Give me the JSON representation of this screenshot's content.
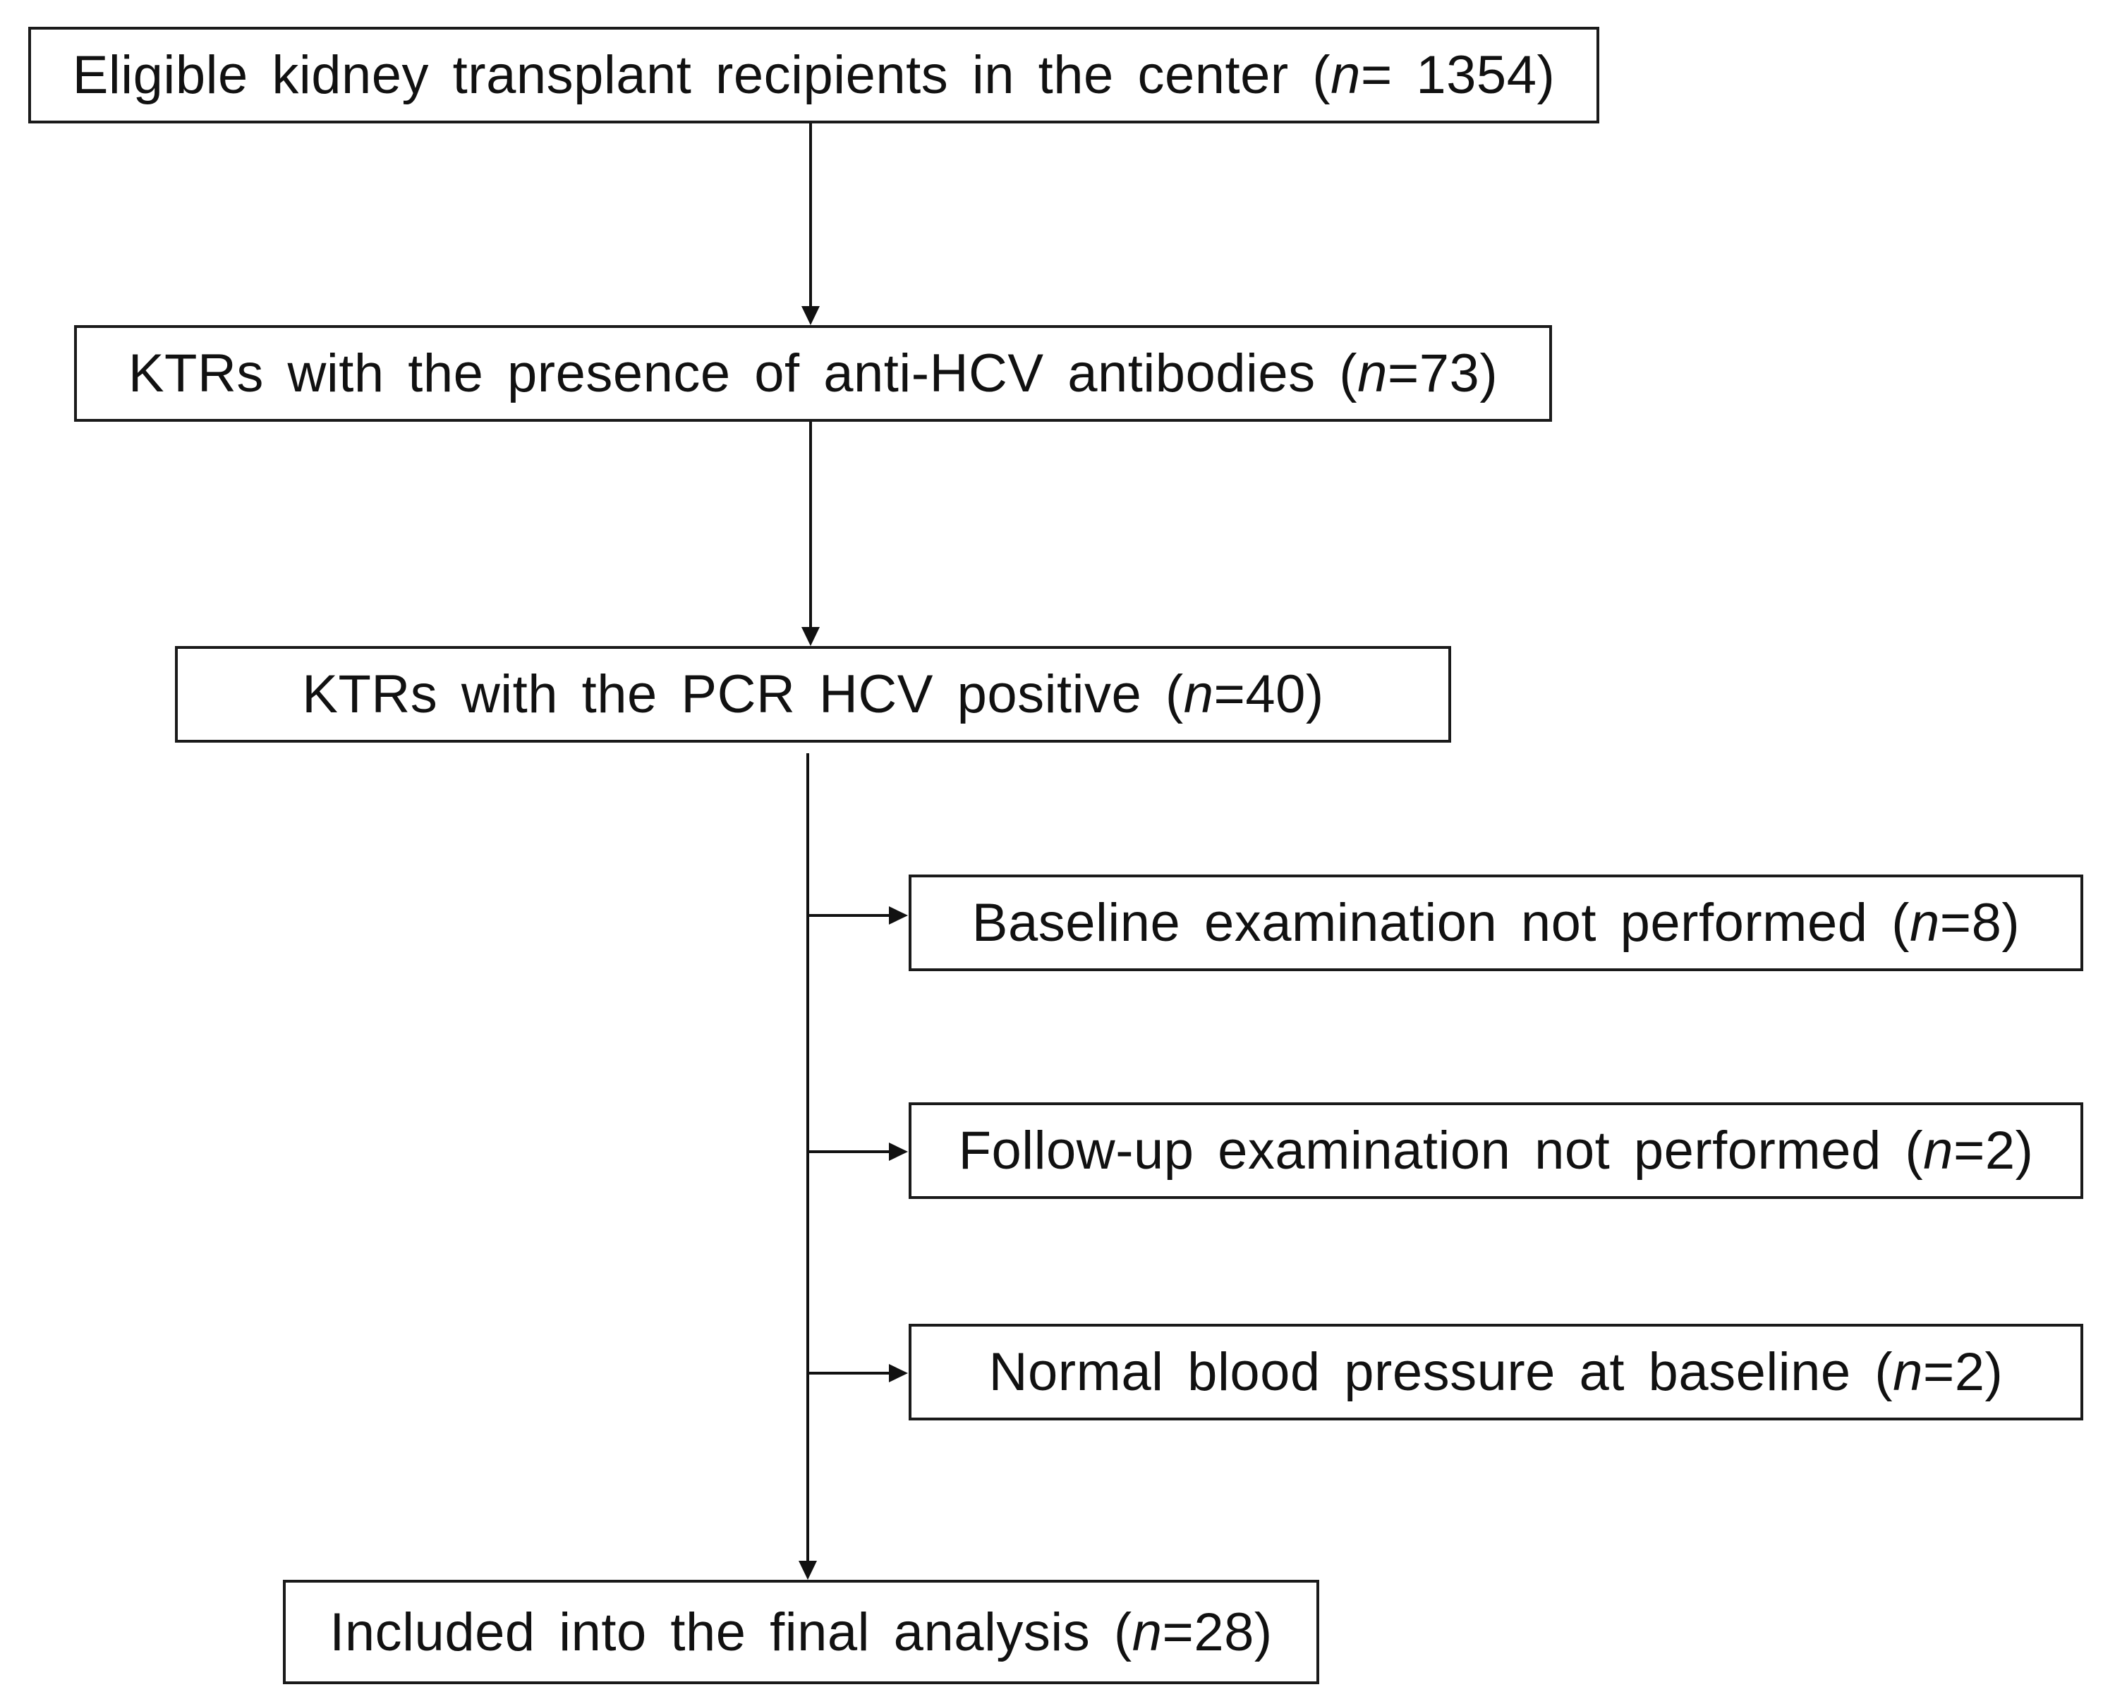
{
  "flowchart": {
    "boxes": [
      {
        "id": "eligible",
        "text": "Eligible kidney transplant recipients in the center",
        "n_label": "n",
        "n_value": " = 1354"
      },
      {
        "id": "antihcv",
        "text": "KTRs with the presence of anti-HCV antibodies",
        "n_label": "n",
        "n_value": "=73"
      },
      {
        "id": "pcr",
        "text": "KTRs with the PCR HCV positive",
        "n_label": "n",
        "n_value": "=40"
      },
      {
        "id": "baseline",
        "text": "Baseline examination not performed",
        "n_label": "n",
        "n_value": "=8"
      },
      {
        "id": "followup",
        "text": "Follow-up examination not performed",
        "n_label": "n",
        "n_value": "=2"
      },
      {
        "id": "normalbp",
        "text": "Normal blood pressure at baseline",
        "n_label": "n",
        "n_value": "=2"
      },
      {
        "id": "final",
        "text": "Included into the final analysis",
        "n_label": "n",
        "n_value": "=28"
      }
    ]
  }
}
